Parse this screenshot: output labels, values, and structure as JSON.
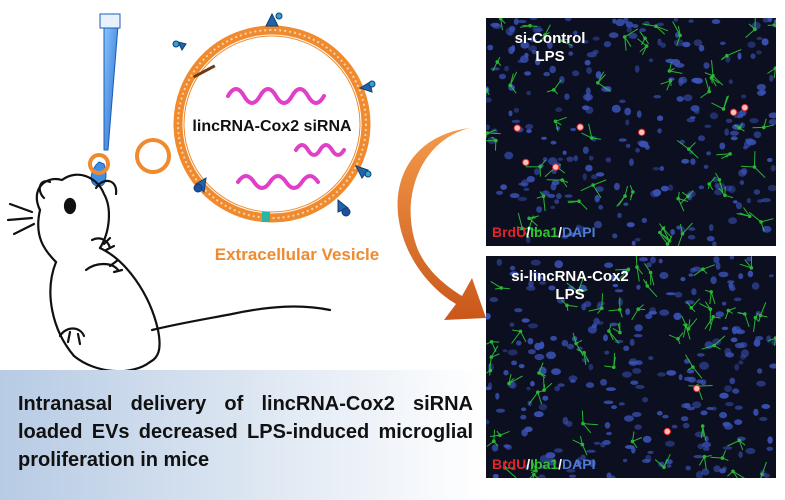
{
  "vesicle": {
    "cargo_label": "lincRNA-Cox2  siRNA",
    "membrane_label": "Extracellular Vesicle"
  },
  "panels": [
    {
      "title_line1": "si-Control",
      "title_line2": "LPS",
      "legend": {
        "brdu": "BrdU",
        "sep1": "/",
        "iba1": "Iba1",
        "sep2": "/",
        "dapi": "DAPI"
      }
    },
    {
      "title_line1": "si-lincRNA-Cox2",
      "title_line2": "LPS",
      "legend": {
        "brdu": "BrdU",
        "sep1": "/",
        "iba1": "Iba1",
        "sep2": "/",
        "dapi": "DAPI"
      }
    }
  ],
  "caption": "Intranasal delivery of lincRNA-Cox2 siRNA loaded EVs decreased LPS-induced microglial proliferation in mice",
  "colors": {
    "membrane": "#f08a2e",
    "rna": "#e040c8",
    "pipette": "#2f7fd6",
    "arrow": "#e3741f",
    "panel_bg": "#0b0f1f",
    "dapi": "#3b53b8",
    "iba1": "#2fd13a",
    "brdu": "#e0242b"
  }
}
